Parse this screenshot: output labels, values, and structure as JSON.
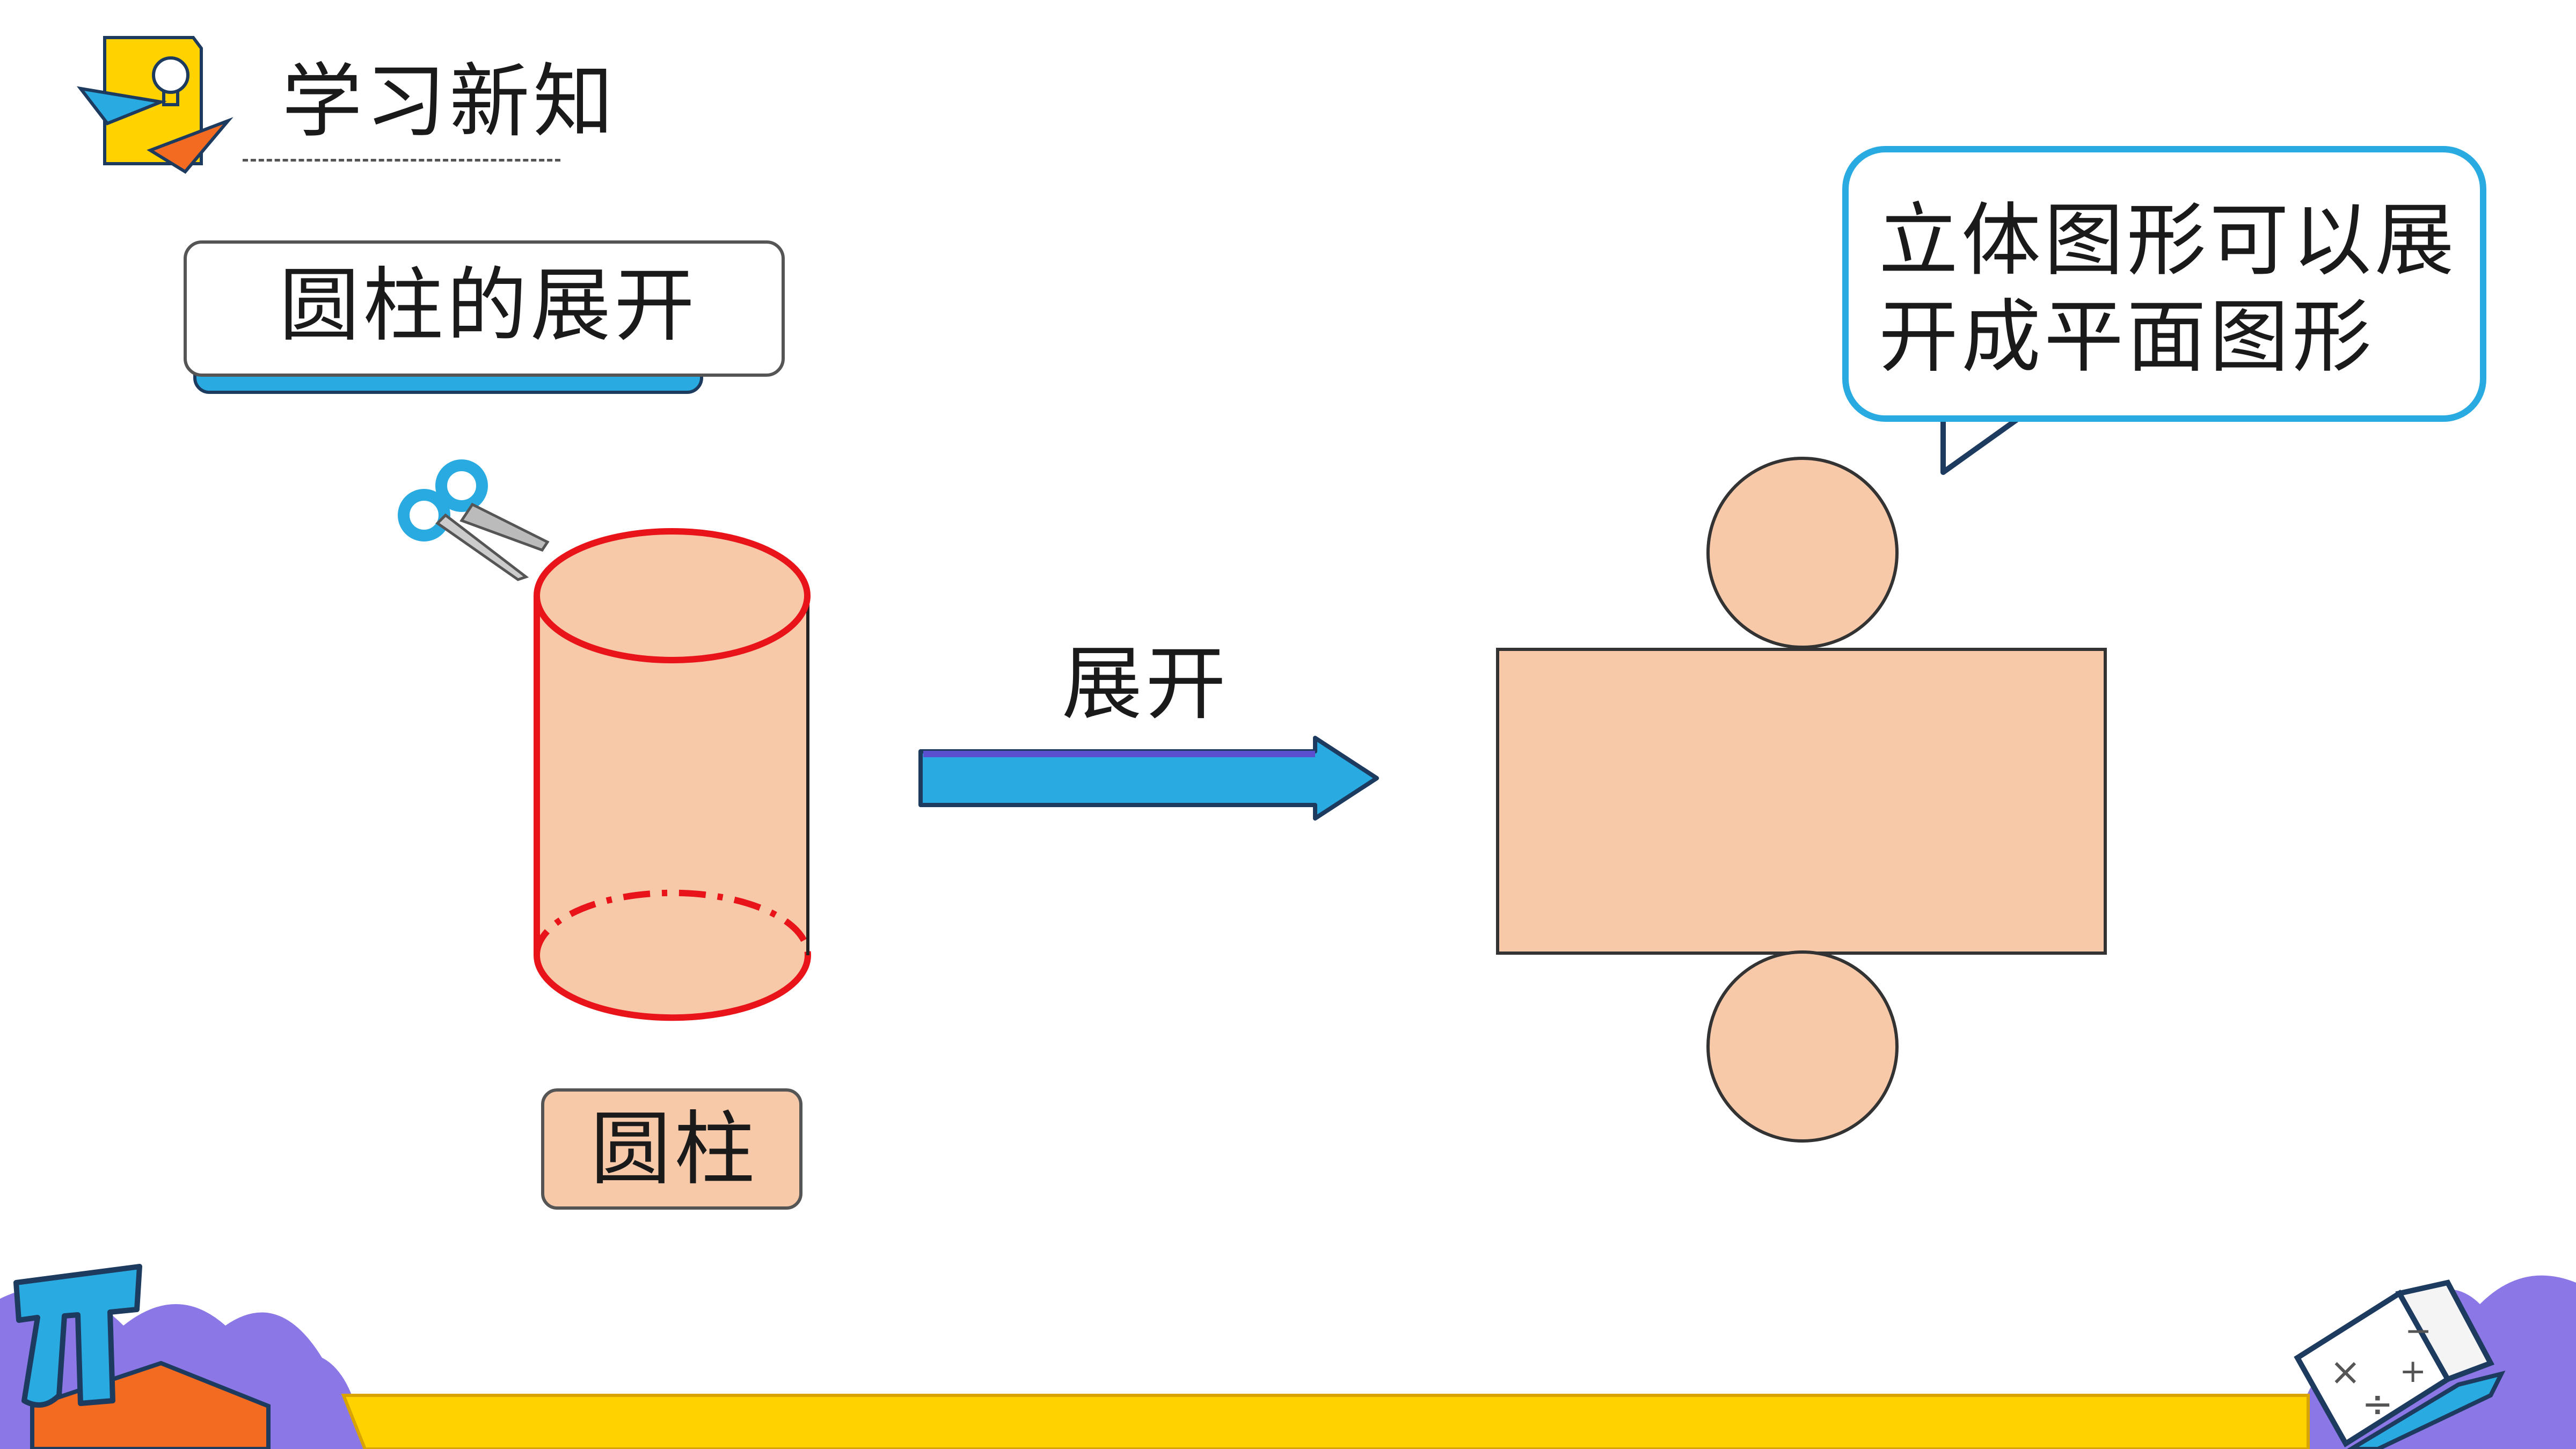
{
  "header": {
    "title": "学习新知"
  },
  "section": {
    "label": "圆柱的展开"
  },
  "cylinder": {
    "label": "圆柱"
  },
  "arrow": {
    "label": "展开"
  },
  "bubble": {
    "line1": "立体图形可以展",
    "line2": "开成平面图形"
  },
  "colors": {
    "shape_fill": "#f7c9a9",
    "cut_line": "#e8141a",
    "accent_blue": "#29abe2",
    "bottom_bar": "#ffd200",
    "purple": "#8b78e6",
    "orange": "#f26b21"
  },
  "icons": {
    "header": "lightbulb-paper-plane-icon",
    "tool": "scissors-icon",
    "corner_left": "pi-icon",
    "corner_right": "math-book-icon"
  }
}
